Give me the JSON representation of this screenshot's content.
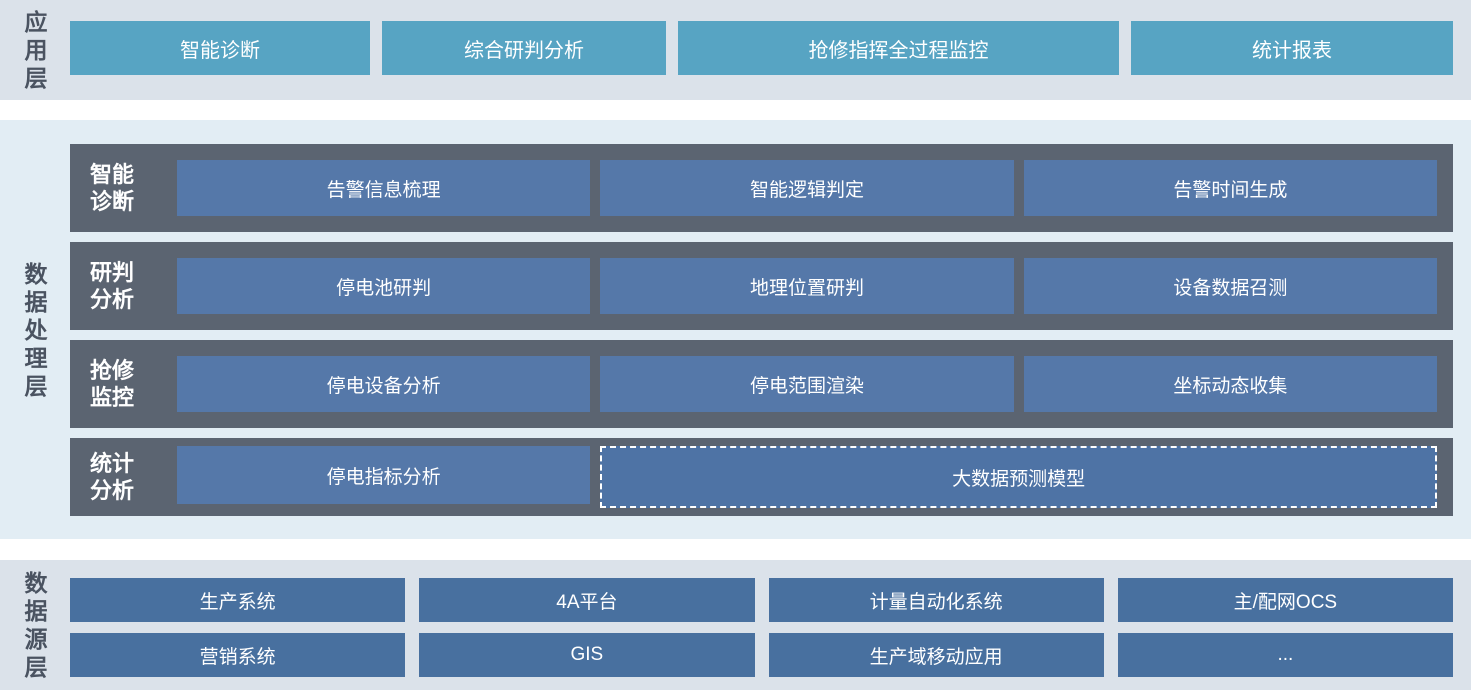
{
  "colors": {
    "band_background": "#dbe2ea",
    "middle_band_background": "#e2edf4",
    "application_button": "#57a4c3",
    "processing_row_background": "#5b6471",
    "processing_button": "#5578a9",
    "dashed_button_fill": "#4e73a5",
    "datasource_button": "#48709f",
    "layer_label_text": "#4a5361",
    "button_text": "#ffffff"
  },
  "layers": {
    "application": {
      "label": "应用层",
      "items": [
        "智能诊断",
        "综合研判分析",
        "抢修指挥全过程监控",
        "统计报表"
      ]
    },
    "processing": {
      "label": "数据处理层",
      "rows": [
        {
          "label": "智能诊断",
          "items": [
            "告警信息梳理",
            "智能逻辑判定",
            "告警时间生成"
          ]
        },
        {
          "label": "研判分析",
          "items": [
            "停电池研判",
            "地理位置研判",
            "设备数据召测"
          ]
        },
        {
          "label": "抢修监控",
          "items": [
            "停电设备分析",
            "停电范围渲染",
            "坐标动态收集"
          ]
        },
        {
          "label": "统计分析",
          "items": [
            "停电指标分析"
          ],
          "wide_item": "大数据预测模型"
        }
      ]
    },
    "datasource": {
      "label": "数据源层",
      "rows": [
        [
          "生产系统",
          "4A平台",
          "计量自动化系统",
          "主/配网OCS"
        ],
        [
          "营销系统",
          "GIS",
          "生产域移动应用",
          "..."
        ]
      ]
    }
  }
}
